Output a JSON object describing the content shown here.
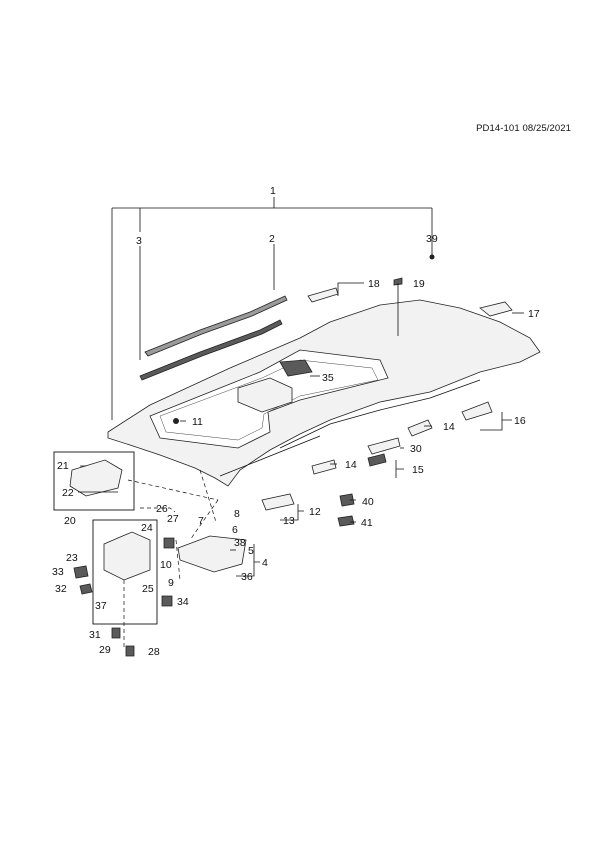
{
  "document_id": "PD14-101 08/25/2021",
  "callouts": [
    "1",
    "2",
    "3",
    "4",
    "5",
    "6",
    "7",
    "8",
    "9",
    "10",
    "11",
    "12",
    "13",
    "14",
    "14",
    "15",
    "16",
    "17",
    "18",
    "19",
    "20",
    "21",
    "22",
    "23",
    "24",
    "25",
    "26",
    "27",
    "28",
    "29",
    "30",
    "31",
    "32",
    "33",
    "34",
    "35",
    "36",
    "37",
    "38",
    "39",
    "40",
    "41"
  ]
}
